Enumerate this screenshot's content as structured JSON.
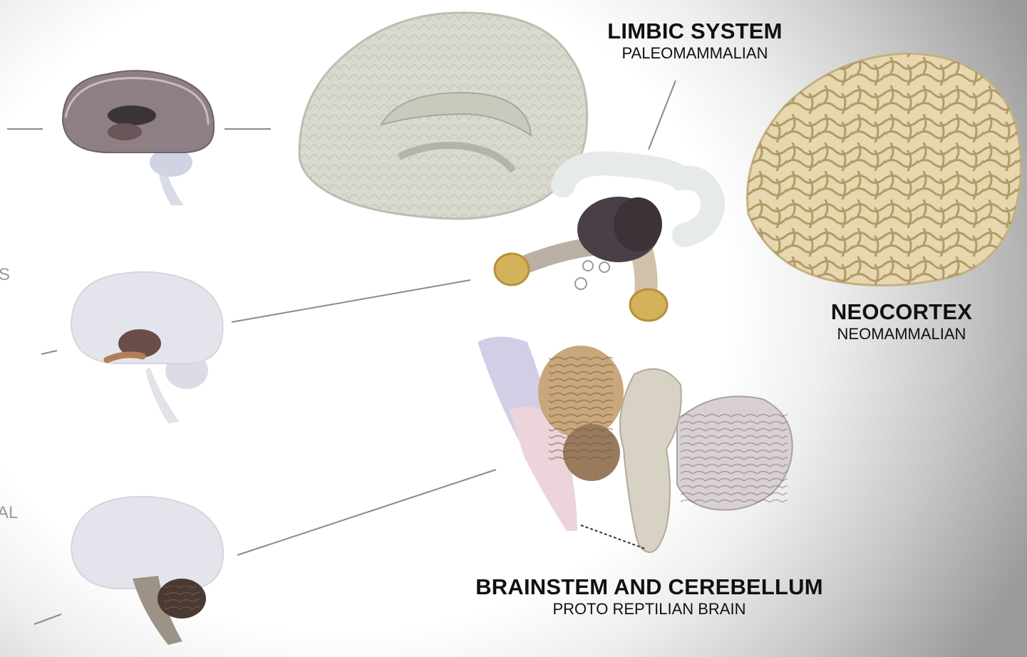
{
  "labels": {
    "limbic": {
      "title": "LIMBIC SYSTEM",
      "subtitle": "PALEOMAMMALIAN"
    },
    "neocortex": {
      "title": "NEOCORTEX",
      "subtitle": "NEOMAMMALIAN"
    },
    "brainstem": {
      "title": "BRAINSTEM AND CEREBELLUM",
      "subtitle": "PROTO REPTILIAN BRAIN"
    }
  },
  "edge_fragments": {
    "middle": "S",
    "lower": "AL"
  },
  "colors": {
    "neocortex": "#e6d7ae",
    "limbic_dark": "#4a3f47",
    "brainstem": "#d8d2c4",
    "cerebellum": "#9a7a5c",
    "lines": "#8a8a8a"
  }
}
